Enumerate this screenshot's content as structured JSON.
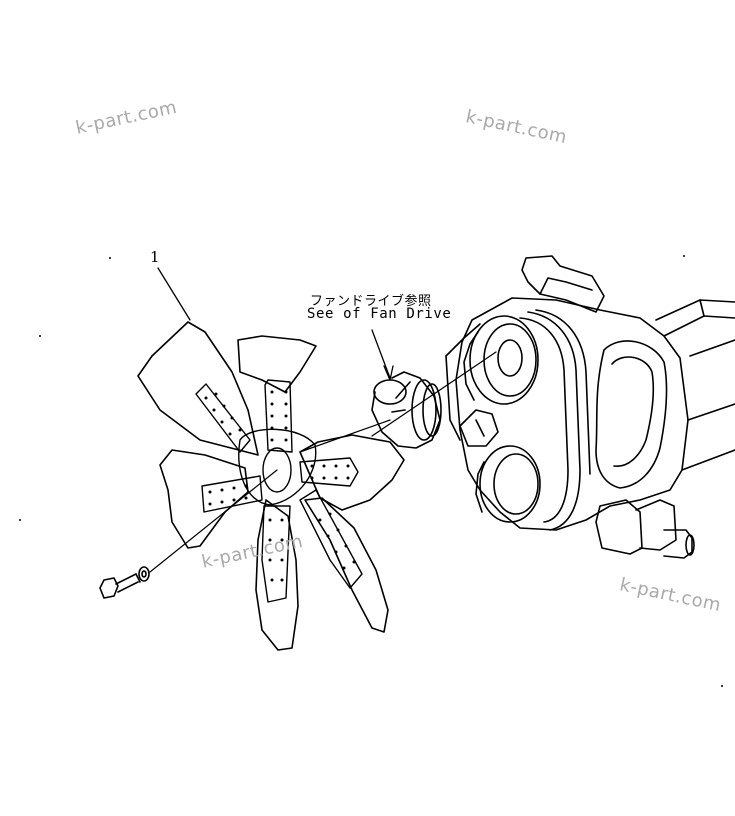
{
  "callout": {
    "part_number": "1",
    "reference_jp": "ファンドライブ参照",
    "reference_en": "See of Fan Drive"
  },
  "watermarks": [
    "k-part.com",
    "k-part.com",
    "k-part.com",
    "k-part.com"
  ],
  "colors": {
    "line": "#000000",
    "background": "#ffffff",
    "watermark": "#a9a9a9"
  }
}
